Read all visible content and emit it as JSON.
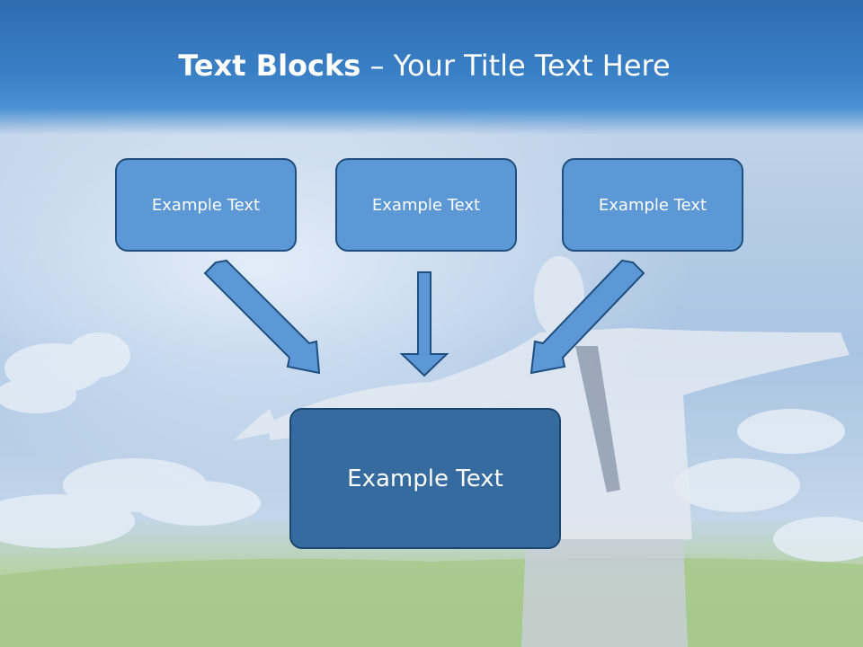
{
  "slide": {
    "title_bold": "Text Blocks",
    "title_dash": " – ",
    "title_rest": "Your Title Text Here",
    "blocks": [
      {
        "label": "Example Text"
      },
      {
        "label": "Example Text"
      },
      {
        "label": "Example Text"
      }
    ],
    "target": {
      "label": "Example Text"
    }
  },
  "colors": {
    "header": "#3a80c6",
    "block_fill": "#5b98d5",
    "target_fill": "#356b9e",
    "border": "#1f4f7e"
  }
}
